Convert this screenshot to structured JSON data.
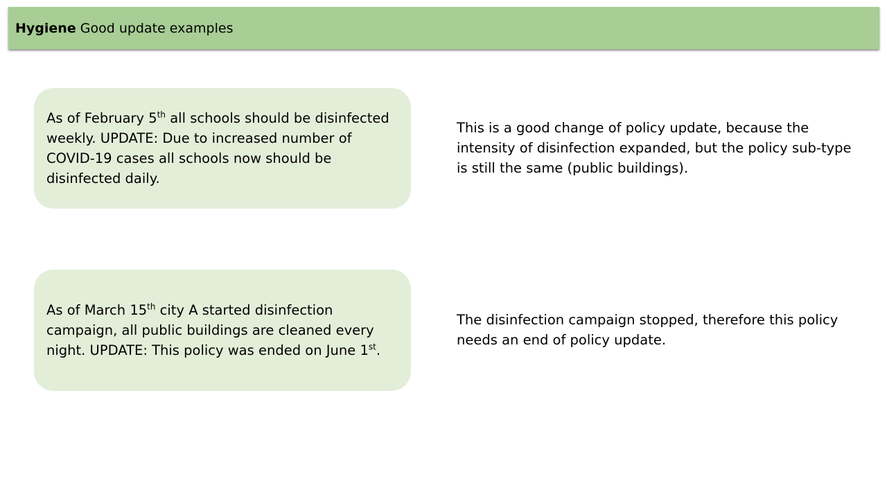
{
  "header": {
    "title_bold": "Hygiene",
    "title_rest": "Good update examples",
    "background_color": "#a8cd95"
  },
  "examples": [
    {
      "text_part1": "As of February 5",
      "text_sup1": "th",
      "text_part2": " all schools should be disinfected weekly. UPDATE: Due to increased number of COVID-19 cases all schools now should be disinfected daily.",
      "explanation": "This is a good change of policy update, because the intensity of disinfection expanded, but the policy sub-type is still the same (public buildings)."
    },
    {
      "text_part1": "As of March 15",
      "text_sup1": "th",
      "text_part2": " city A started disinfection campaign, all public buildings are cleaned every night. UPDATE: This policy was ended on June 1",
      "text_sup2": "st",
      "text_part3": ".",
      "explanation": "The disinfection campaign stopped, therefore this policy needs an end of policy update."
    }
  ],
  "box_color": "#e3eed9"
}
